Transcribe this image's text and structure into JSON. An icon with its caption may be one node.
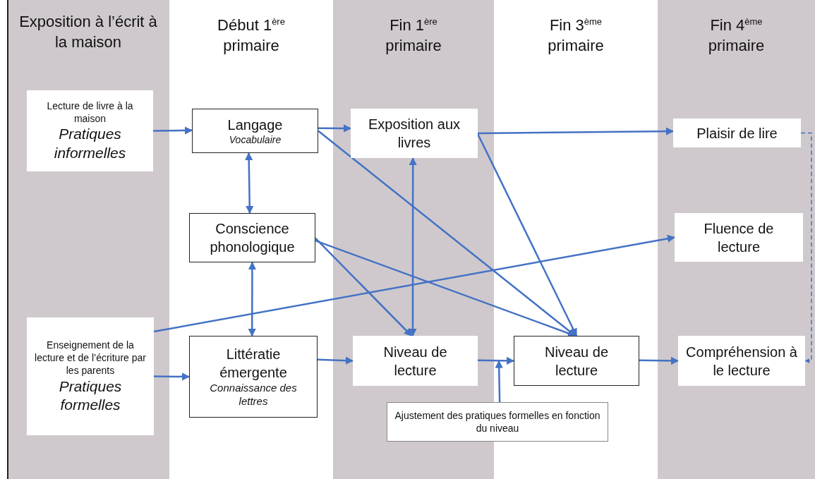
{
  "diagram": {
    "nodes": [
      {
        "text": [
          "Exposition à l’écrit à la maison"
        ]
      },
      {
        "text": [
          "Début 1$^{ère}$ primaire"
        ]
      },
      {
        "text": [
          "Fin 1$^{ère}$ primaire"
        ]
      },
      {
        "text": [
          "Fin 3$^{ème}$ primaire"
        ]
      },
      {
        "text": [
          "Fin 4$^{ème}$ primaire"
        ]
      },
      {
        "text": [
          "Lecture de livre à la maison",
          "Pratiques informelles"
        ],
        "in": 0
      },
      {
        "text": [
          "Enseignement de la lecture et de l’écriture par les parents",
          "Pratiques formelles"
        ],
        "in": 0
      },
      {
        "text": [
          "Langage",
          "Vocabulaire"
        ],
        "in": 1
      },
      {
        "text": [
          "Conscience phonologique"
        ],
        "in": 1
      },
      {
        "text": [
          "Littératie émergente",
          "Connaissance des lettres"
        ],
        "in": 1
      },
      {
        "text": [
          "Exposition aux livres"
        ],
        "in": 2
      },
      {
        "text": [
          "Niveau de lecture"
        ],
        "in": 2
      },
      {
        "text": [
          "Ajustement des pratiques formelles en fonction du niveau"
        ]
      },
      {
        "text": [
          "Niveau de lecture"
        ],
        "in": 3
      },
      {
        "text": [
          "Plaisir de lire"
        ],
        "in": 4
      },
      {
        "text": [
          "Fluence de lecture"
        ],
        "in": 4
      },
      {
        "text": [
          "Compréhension à le lecture"
        ],
        "in": 4
      }
    ],
    "edges": [
      {
        "from": 5,
        "to": 7,
        "arrow": "to"
      },
      {
        "from": 7,
        "to": 10,
        "arrow": "to"
      },
      {
        "from": 7,
        "to": 13,
        "arrow": "to"
      },
      {
        "from": 7,
        "to": 8,
        "arrow": "both"
      },
      {
        "from": 8,
        "to": 9,
        "arrow": "both"
      },
      {
        "from": 8,
        "to": 11,
        "arrow": "to"
      },
      {
        "from": 8,
        "to": 13,
        "arrow": "to"
      },
      {
        "from": 10,
        "to": 11,
        "arrow": "both"
      },
      {
        "from": 10,
        "to": 14,
        "arrow": "to"
      },
      {
        "from": 10,
        "to": 13,
        "arrow": "to"
      },
      {
        "from": 6,
        "to": 15,
        "arrow": "to"
      },
      {
        "from": 6,
        "to": 9,
        "arrow": "to"
      },
      {
        "from": 9,
        "to": 11,
        "arrow": "to"
      },
      {
        "from": 11,
        "to": 13,
        "arrow": "to"
      },
      {
        "from": 12,
        "to": 13,
        "arrow": "to"
      },
      {
        "from": 13,
        "to": 16,
        "arrow": "to"
      },
      {
        "from": 14,
        "to": 16,
        "arrow": "to",
        "style": "dashed"
      }
    ]
  }
}
